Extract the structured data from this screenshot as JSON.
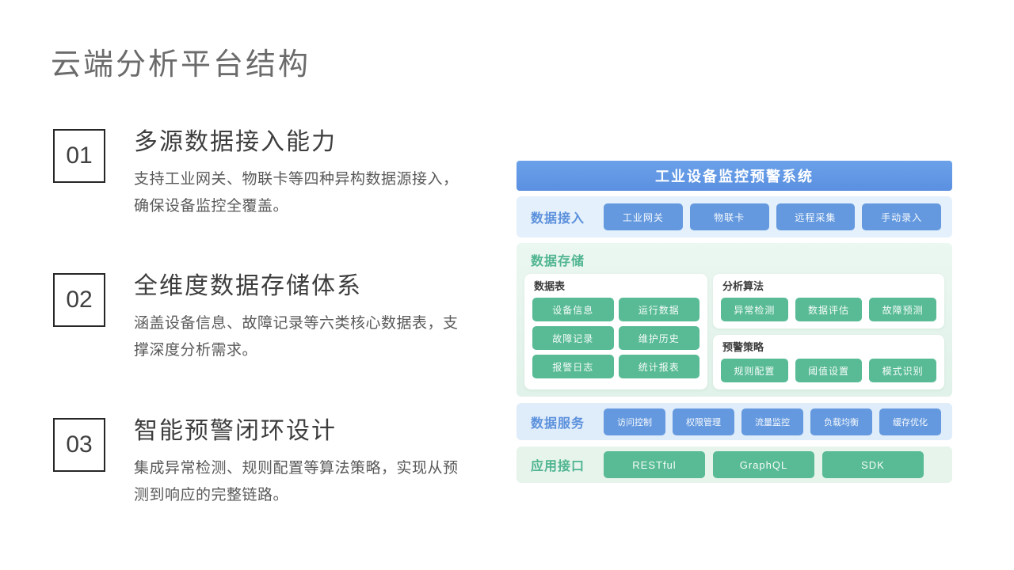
{
  "slide": {
    "title": "云端分析平台结构",
    "items": [
      {
        "number": "01",
        "heading": "多源数据接入能力",
        "body": "支持工业网关、物联卡等四种异构数据源接入，确保设备监控全覆盖。"
      },
      {
        "number": "02",
        "heading": "全维度数据存储体系",
        "body": "涵盖设备信息、故障记录等六类核心数据表，支撑深度分析需求。"
      },
      {
        "number": "03",
        "heading": "智能预警闭环设计",
        "body": "集成异常检测、规则配置等算法策略，实现从预测到响应的完整链路。"
      }
    ]
  },
  "diagram": {
    "title": "工业设备监控预警系统",
    "access": {
      "label": "数据接入",
      "buttons": [
        "工业网关",
        "物联卡",
        "远程采集",
        "手动录入"
      ]
    },
    "storage": {
      "label": "数据存储",
      "cards": [
        {
          "title": "数据表",
          "buttons": [
            "设备信息",
            "运行数据",
            "故障记录",
            "维护历史",
            "报警日志",
            "统计报表"
          ]
        },
        {
          "title": "分析算法",
          "buttons": [
            "异常检测",
            "数据评估",
            "故障预测"
          ]
        },
        {
          "title": "预警策略",
          "buttons": [
            "规则配置",
            "阈值设置",
            "模式识别"
          ]
        }
      ]
    },
    "service": {
      "label": "数据服务",
      "buttons": [
        "访问控制",
        "权限管理",
        "流量监控",
        "负载均衡",
        "缓存优化"
      ]
    },
    "api": {
      "label": "应用接口",
      "buttons": [
        "RESTful",
        "GraphQL",
        "SDK"
      ]
    }
  },
  "colors": {
    "header_bg": "#5A90E0",
    "header_bg_top": "#6BA1E9",
    "blue_button": "#6499DF",
    "blue_label": "#5B90DC",
    "blue_section_bg": "#E4F0FB",
    "service_section_bg": "#DFECFA",
    "green_button": "#58BB95",
    "green_label": "#4FB590",
    "green_section_top": "#EBF7F1",
    "green_section_bg": "#E0F2E9",
    "api_section_bg": "#E6F4EC",
    "card_bg": "#FFFFFF"
  }
}
